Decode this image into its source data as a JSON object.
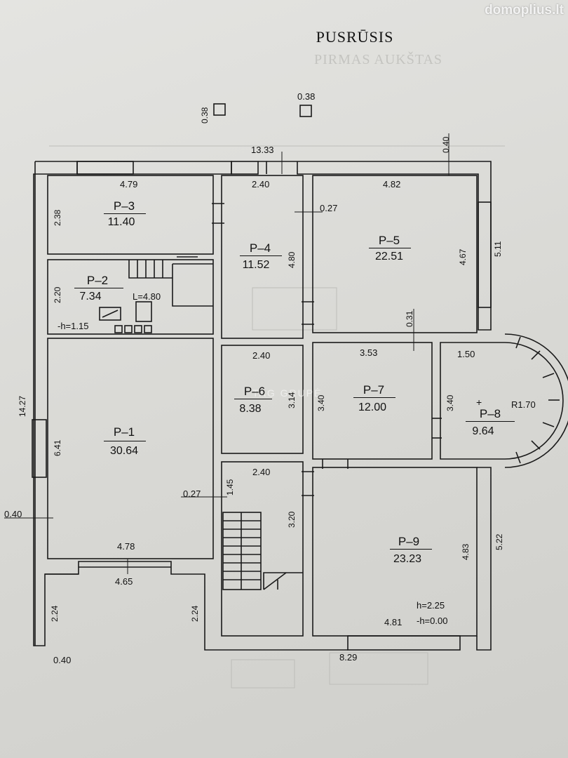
{
  "watermark": "domoplius.lt",
  "title": "PUSRŪSIS",
  "ghost_title": "PIRMAS AUKŠTAS",
  "ghost_brand": "TAG GRUPĖ",
  "rooms": [
    {
      "name": "P–3",
      "area": "11.40"
    },
    {
      "name": "P–2",
      "area": "7.34"
    },
    {
      "name": "P–4",
      "area": "11.52"
    },
    {
      "name": "P–5",
      "area": "22.51"
    },
    {
      "name": "P–1",
      "area": "30.64"
    },
    {
      "name": "P–6",
      "area": "8.38"
    },
    {
      "name": "P–7",
      "area": "12.00"
    },
    {
      "name": "P–8",
      "area": "9.64"
    },
    {
      "name": "P–9",
      "area": "23.23"
    }
  ],
  "dimensions": {
    "top_total": "13.33",
    "top_wall": "0.40",
    "chimney_a": "0.38",
    "chimney_b": "0.38",
    "p3_width": "4.79",
    "p3_height": "2.38",
    "p4_width": "2.40",
    "p4_height": "4.80",
    "partition_a": "0.27",
    "p5_width": "4.82",
    "p5_height": "4.67",
    "right_upper": "5.11",
    "p2_height": "2.20",
    "stair_len": "L=4.80",
    "p2_h": "-h=1.15",
    "wall_031": "0.31",
    "p6_width": "2.40",
    "p6_height": "3.14",
    "p7_width": "3.53",
    "p7_height": "3.40",
    "p8_width": "1.50",
    "p8_height": "3.40",
    "radius": "R1.70",
    "left_total": "14.27",
    "p1_height": "6.41",
    "partition_b": "0.27",
    "left_wall": "0.40",
    "stair_width": "2.40",
    "stair_a": "1.45",
    "stair_b": "3.20",
    "p9_height": "4.83",
    "right_lower": "5.22",
    "p1_width": "4.78",
    "terrace_width": "4.65",
    "terrace_left": "2.24",
    "terrace_right": "2.24",
    "bottom_wall": "0.40",
    "p9_width": "4.81",
    "bottom_total": "8.29",
    "p9_h1": "h=2.25",
    "p9_h2": "-h=0.00"
  }
}
